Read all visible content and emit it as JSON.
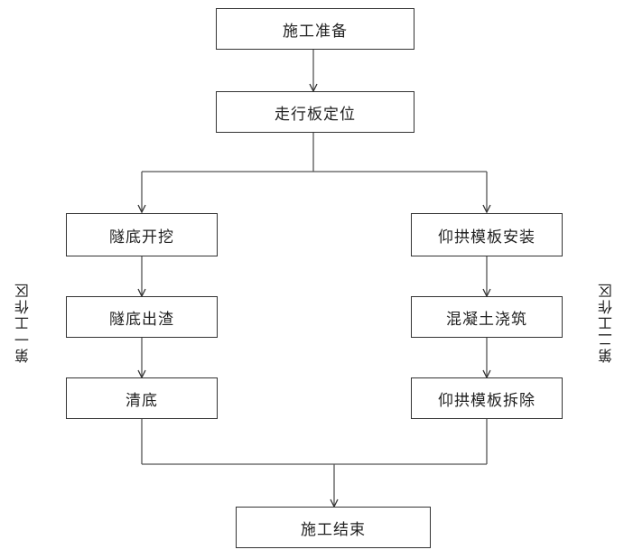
{
  "steps": {
    "prepare": "施工准备",
    "track_positioning": "走行板定位",
    "left_1": "隧底开挖",
    "left_2": "隧底出渣",
    "left_3": "清底",
    "right_1": "仰拱模板安装",
    "right_2": "混凝土浇筑",
    "right_3": "仰拱模板拆除",
    "finish": "施工结束"
  },
  "zones": {
    "left": "第一工作区",
    "right": "第二工作区"
  }
}
